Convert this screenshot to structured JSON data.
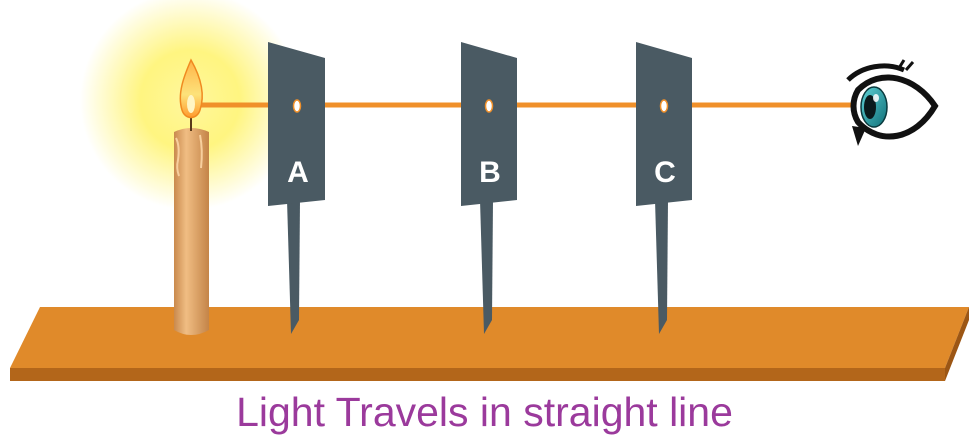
{
  "caption": "Light Travels in straight line",
  "cards": [
    {
      "label": "A"
    },
    {
      "label": "B"
    },
    {
      "label": "C"
    }
  ],
  "colors": {
    "board": "#e08a2a",
    "board_edge": "#b3661a",
    "card": "#4a5a63",
    "light_ray": "#f0902a",
    "candle_body": "#e3a86a",
    "flame": "#fbd55a",
    "glow": "#fff36a",
    "eye_iris": "#1a9aa0",
    "caption": "#9b3a9c"
  },
  "icons": [
    "candle-icon",
    "flame-icon",
    "eye-icon"
  ]
}
